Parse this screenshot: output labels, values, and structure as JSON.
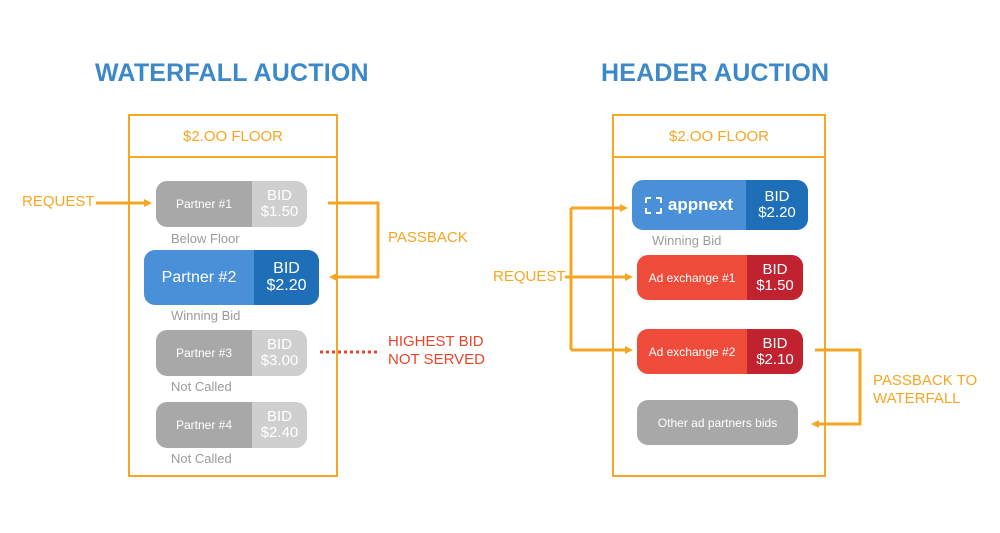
{
  "colors": {
    "title_blue": "#3d88c9",
    "orange": "#f5a623",
    "grey": "#a8a8a8",
    "grey_bid": "#c9c9c9",
    "blue": "#4a90d9",
    "blue_bid": "#1f6fb8",
    "red": "#ee4b3a",
    "red_bid": "#c0222f",
    "caption_grey": "#9b9b9b",
    "alert_red": "#e8452c"
  },
  "waterfall": {
    "title": "WATERFALL AUCTION",
    "floor": "$2.OO FLOOR",
    "request_label": "REQUEST",
    "passback_label": "PASSBACK",
    "highest_bid_label": [
      "HIGHEST BID",
      "NOT SERVED"
    ],
    "partners": [
      {
        "name": "Partner #1",
        "bid_label": "BID",
        "bid": "$1.50",
        "caption": "Below Floor"
      },
      {
        "name": "Partner #2",
        "bid_label": "BID",
        "bid": "$2.20",
        "caption": "Winning Bid"
      },
      {
        "name": "Partner #3",
        "bid_label": "BID",
        "bid": "$3.00",
        "caption": "Not Called"
      },
      {
        "name": "Partner #4",
        "bid_label": "BID",
        "bid": "$2.40",
        "caption": "Not Called"
      }
    ]
  },
  "header": {
    "title": "HEADER AUCTION",
    "floor": "$2.OO FLOOR",
    "request_label": "REQUEST",
    "passback_label": [
      "PASSBACK TO",
      "WATERFALL"
    ],
    "bidders": [
      {
        "name": "appnext",
        "logo": "appnext-logo",
        "bid_label": "BID",
        "bid": "$2.20",
        "caption": "Winning Bid"
      },
      {
        "name": "Ad exchange #1",
        "bid_label": "BID",
        "bid": "$1.50"
      },
      {
        "name": "Ad exchange #2",
        "bid_label": "BID",
        "bid": "$2.10"
      }
    ],
    "other": "Other ad partners bids"
  }
}
